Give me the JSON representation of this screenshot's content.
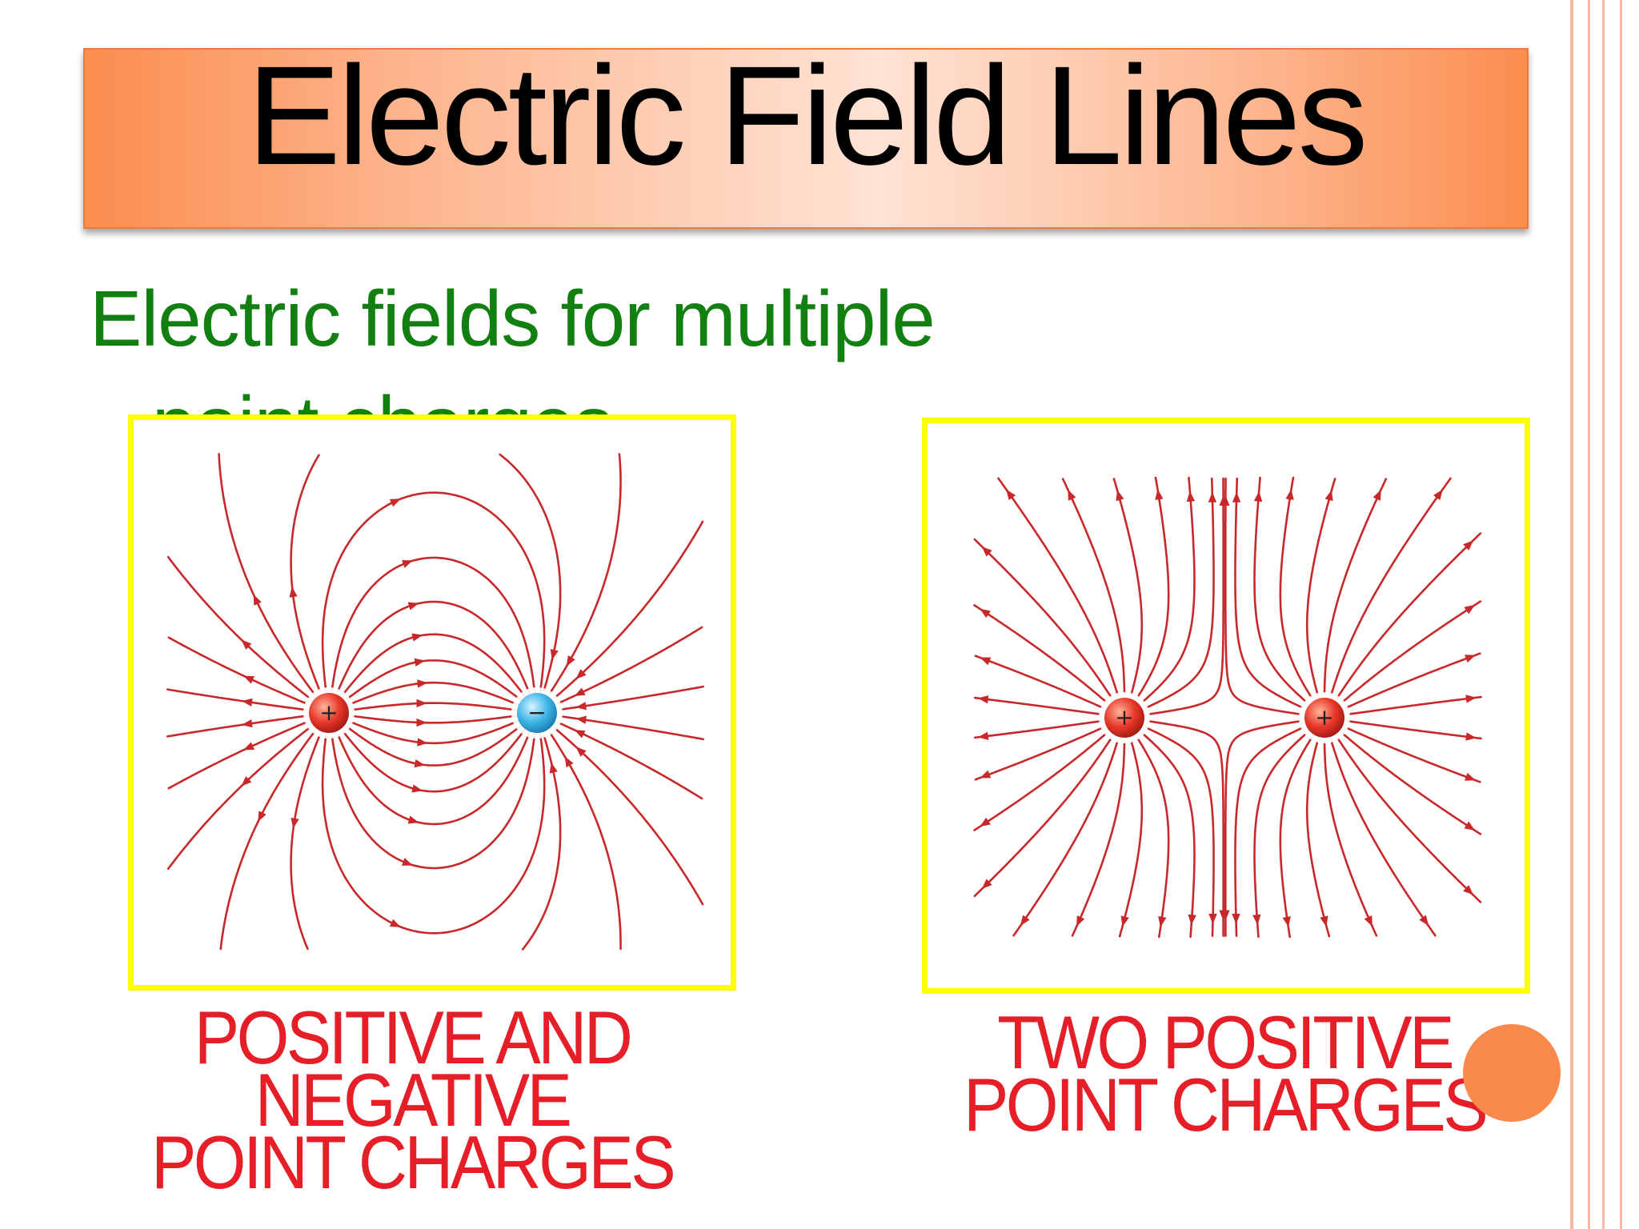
{
  "slide": {
    "title": "Electric Field Lines",
    "subtitle_line1": "Electric fields for multiple",
    "subtitle_line2": "point charges"
  },
  "diagram_left": {
    "charge_a": "+",
    "charge_b": "−",
    "caption_line1": "POSITIVE AND NEGATIVE",
    "caption_line2": "POINT CHARGES"
  },
  "diagram_right": {
    "charge_a": "+",
    "charge_b": "+",
    "caption_line1": "TWO POSITIVE",
    "caption_line2": "POINT CHARGES"
  },
  "colors": {
    "field_line": "#c8282a",
    "title_bar": "#fb8d4f",
    "subtitle": "#118011",
    "caption": "#e61e28",
    "panel_border": "#ffff00",
    "positive_charge": "#e8392a",
    "negative_charge": "#3fb6e6"
  }
}
